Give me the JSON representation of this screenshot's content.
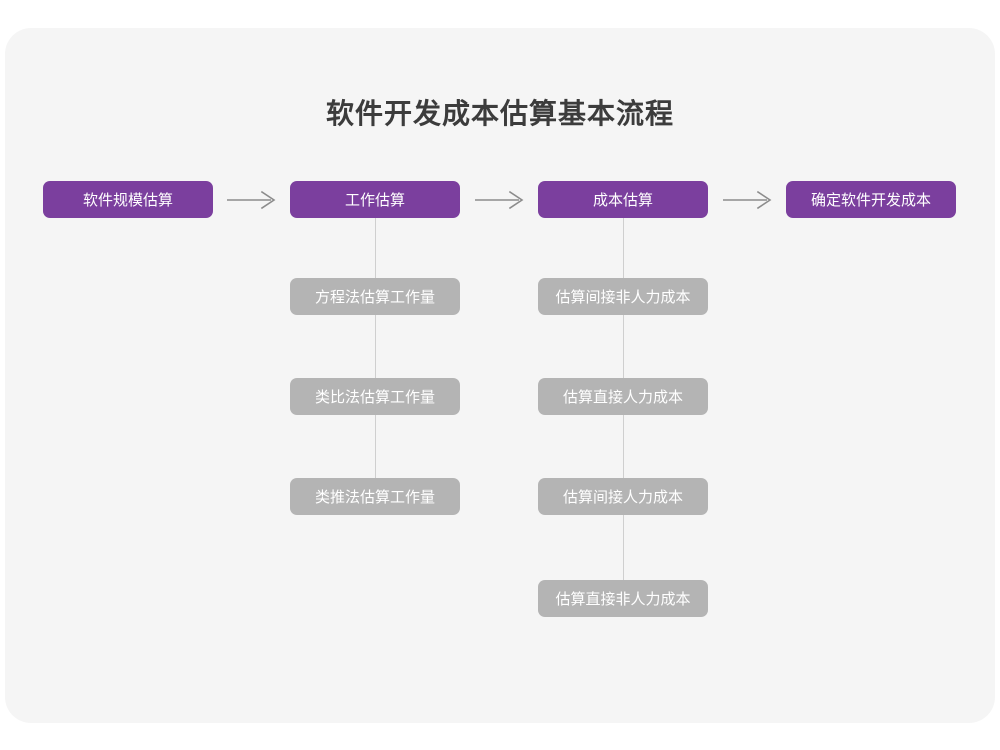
{
  "title": "软件开发成本估算基本流程",
  "colors": {
    "card_background": "#f5f5f5",
    "page_background": "#ffffff",
    "primary_node": "#7b3f9e",
    "secondary_node": "#b4b4b4",
    "connector": "#cfcfcf",
    "title_text": "#3c3c3c",
    "node_text": "#ffffff"
  },
  "flow": {
    "main_steps": [
      {
        "id": "scale",
        "label": "软件规模估算"
      },
      {
        "id": "effort",
        "label": "工作估算"
      },
      {
        "id": "cost",
        "label": "成本估算"
      },
      {
        "id": "final",
        "label": "确定软件开发成本"
      }
    ],
    "arrows": [
      {
        "id": "arrow-1",
        "glyph": "arrow-right-icon",
        "from": "scale",
        "to": "effort"
      },
      {
        "id": "arrow-2",
        "glyph": "arrow-right-icon",
        "from": "effort",
        "to": "cost"
      },
      {
        "id": "arrow-3",
        "glyph": "arrow-right-icon",
        "from": "cost",
        "to": "final"
      }
    ],
    "effort_substeps": [
      {
        "id": "eq",
        "label": "方程法估算工作量"
      },
      {
        "id": "analogy",
        "label": "类比法估算工作量"
      },
      {
        "id": "infer",
        "label": "类推法估算工作量"
      }
    ],
    "cost_substeps": [
      {
        "id": "indirect-nonlabor",
        "label": "估算间接非人力成本"
      },
      {
        "id": "direct-labor",
        "label": "估算直接人力成本"
      },
      {
        "id": "indirect-labor",
        "label": "估算间接人力成本"
      },
      {
        "id": "direct-nonlabor",
        "label": "估算直接非人力成本"
      }
    ]
  }
}
